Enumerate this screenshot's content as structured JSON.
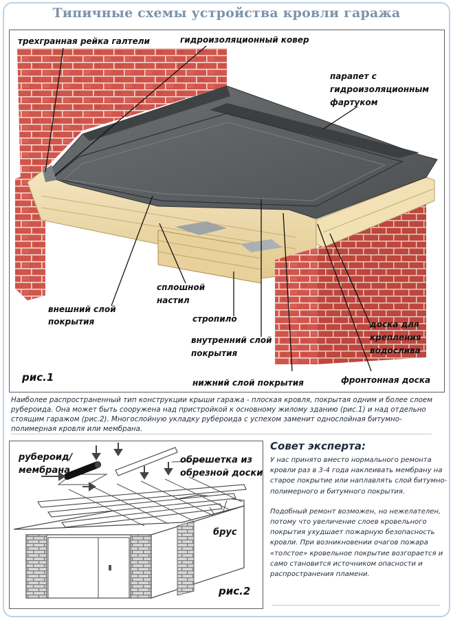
{
  "title": "Типичные схемы устройства кровли гаража",
  "figure1": {
    "label": "рис.1",
    "callouts": {
      "fillet_strip": "трехгранная рейка галтели",
      "waterproof_carpet": "гидроизоляционный ковер",
      "parapet_1": "парапет с",
      "parapet_2": "гидроизоляционным",
      "parapet_3": "фартуком",
      "outer_layer_1": "внешний слой",
      "outer_layer_2": "покрытия",
      "solid_deck_1": "сплошной",
      "solid_deck_2": "настил",
      "rafter": "стропило",
      "inner_layer_1": "внутренний слой",
      "inner_layer_2": "покрытия",
      "drip_board_1": "доска для",
      "drip_board_2": "крепления",
      "drip_board_3": "водослива",
      "bottom_layer": "нижний слой покрытия",
      "gable_board": "фронтонная доска"
    }
  },
  "caption": "Наиболее распространенный тип конструкции крыши гаража - плоская кровля, покрытая одним и более слоем рубероида. Она может быть сооружена над пристройкой к основному жилому зданию (рис.1) и над отдельно стоящим гаражом (рис.2). Многослойную укладку рубероида с успехом заменит однослойная битумно-полимерная кровля или мембрана.",
  "figure2": {
    "label": "рис.2",
    "callouts": {
      "roll_1": "рубероид/",
      "roll_2": "мембрана",
      "lath_1": "обрешетка из",
      "lath_2": "обрезной доски",
      "beam": "брус"
    }
  },
  "expert_tip": {
    "heading": "Совет эксперта:",
    "paragraph_1": "У нас принято вместо нормального ремонта кровли раз в 3-4 года наклеивать мембрану на старое покрытие или наплавлять слой битумно-полимерного и битумного покрытия.",
    "paragraph_2": "Подобный ремонт возможен, но нежелателен, потому что увеличение слоев кровельного покрытия ухудшает пожарную безопасность кровли. При возникновении очагов пожара «толстое» кровельное покрытие возгорается и само становится источником опасности и распространения пламени."
  },
  "colors": {
    "title": "#7c93ac",
    "brick": "#d0564c",
    "mortar": "#f3d8d2",
    "membrane": "#56595b",
    "wood": "#ecd9a8",
    "frame_border": "#b9d3e6"
  }
}
